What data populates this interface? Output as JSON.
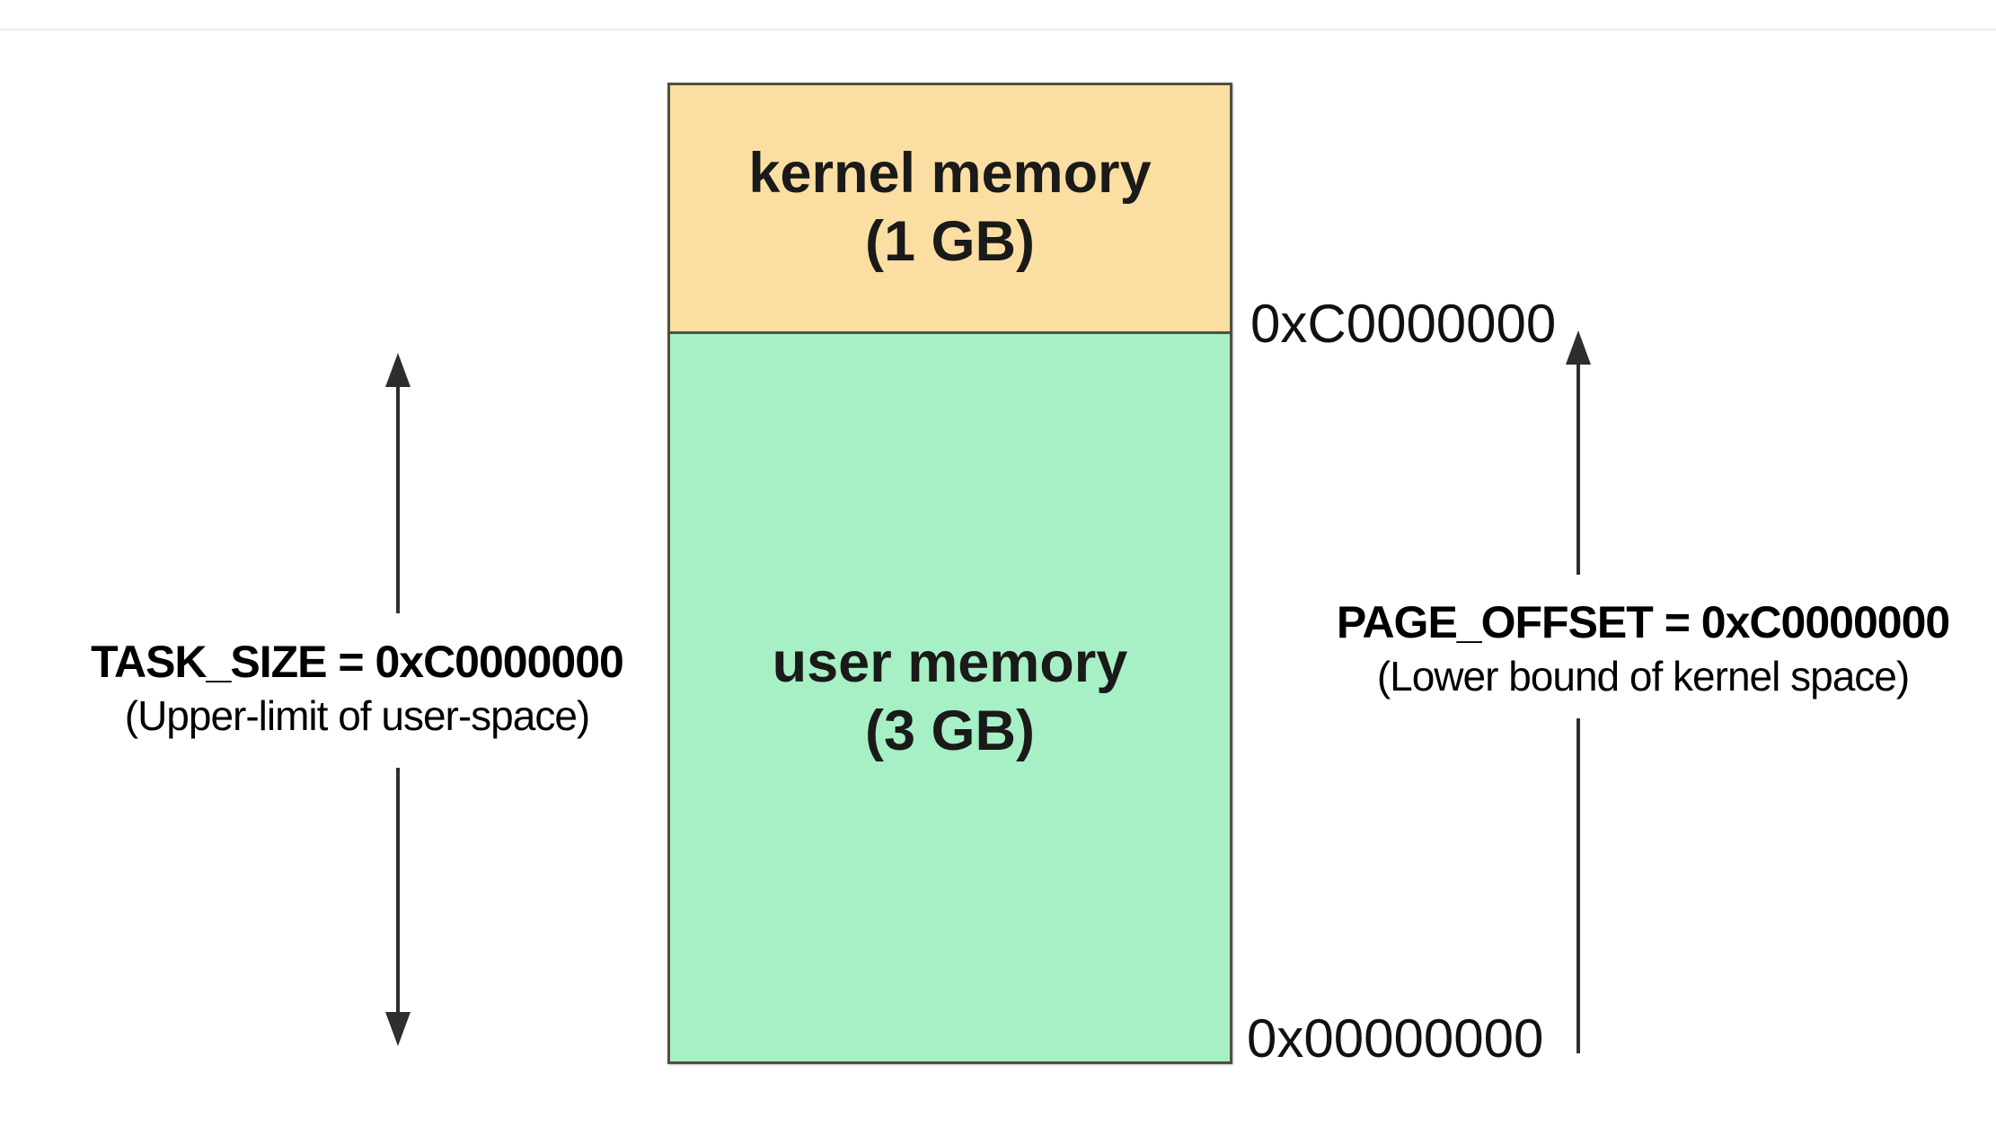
{
  "diagram": {
    "box": {
      "kernel": {
        "title": "kernel memory",
        "size": "(1 GB)",
        "fill": "#FBDFA2"
      },
      "user": {
        "title": "user memory",
        "size": "(3 GB)",
        "fill": "#A7F0C6"
      }
    },
    "left_annotation": {
      "title": "TASK_SIZE = 0xC0000000",
      "subtitle": "(Upper-limit of user-space)"
    },
    "right_annotation": {
      "title": "PAGE_OFFSET = 0xC0000000",
      "subtitle": "(Lower bound of kernel space)"
    },
    "addresses": {
      "top": "0xC0000000",
      "bottom": "0x00000000"
    },
    "arrow_color": "#2e2e2e"
  }
}
